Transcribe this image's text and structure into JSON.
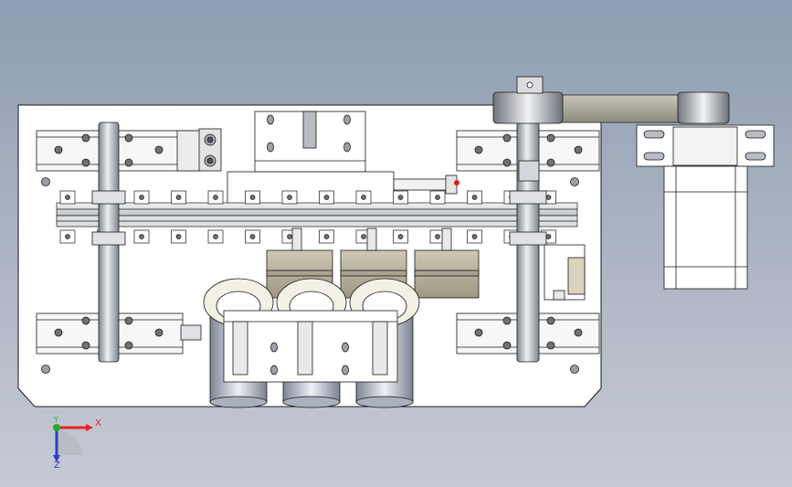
{
  "viewport": {
    "background_top": "#8e9db1",
    "background_bottom": "#c7cad4"
  },
  "model": {
    "line_color": "#1a1a1a",
    "plate_fill": "#ffffff",
    "shaft_fill": "#c9ccd2",
    "motor_fill": "#bdb6a4",
    "roller_fill": "#d8dde6",
    "bolt_fill": "#555555"
  },
  "triad": {
    "x_label": "X",
    "y_label": "Y",
    "z_label": "Z",
    "x_color": "#e8202a",
    "y_color": "#1fae2b",
    "z_color": "#2a3fc8"
  }
}
